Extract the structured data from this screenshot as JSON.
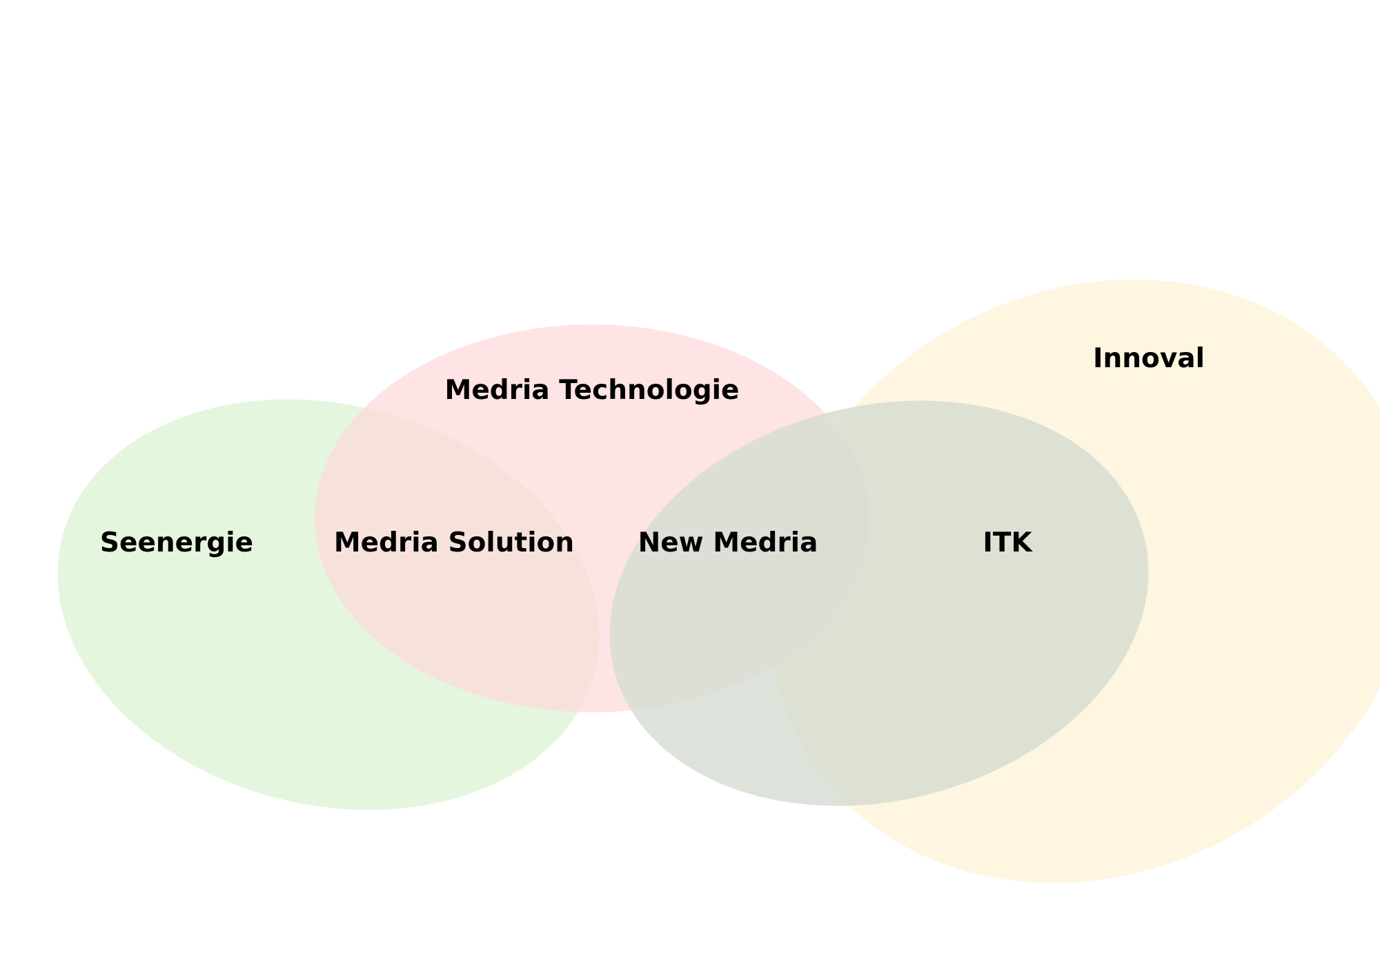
{
  "diagram": {
    "sets": [
      {
        "id": "seenergie",
        "label": "Seenergie",
        "color": "#e2f5da"
      },
      {
        "id": "medria-technologie",
        "label": "Medria Technologie",
        "color": "#fdd9da"
      },
      {
        "id": "innoval",
        "label": "Innoval",
        "color": "#fff5dc"
      },
      {
        "id": "itk",
        "label": "ITK",
        "color": "#d5dcd1"
      }
    ],
    "overlaps": [
      {
        "id": "medria-solution",
        "label": "Medria Solution",
        "sets": [
          "seenergie",
          "medria-technologie"
        ]
      },
      {
        "id": "new-medria",
        "label": "New Medria",
        "sets": [
          "medria-technologie",
          "itk"
        ]
      }
    ]
  }
}
